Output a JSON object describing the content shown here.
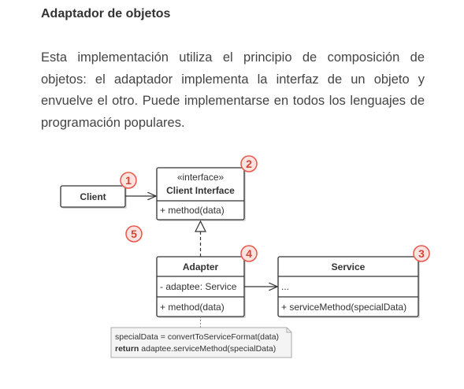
{
  "heading": "Adaptador de objetos",
  "paragraph": "Esta implementación utiliza el principio de composición de objetos: el adaptador implementa la interfaz de un objeto y envuelve el otro. Puede implementarse en todos los lenguajes de programación populares.",
  "diagram": {
    "client": {
      "label": "Client"
    },
    "client_interface": {
      "stereotype": "«interface»",
      "name": "Client Interface",
      "method": "+ method(data)"
    },
    "adapter": {
      "name": "Adapter",
      "field": "- adaptee: Service",
      "method": "+ method(data)"
    },
    "service": {
      "name": "Service",
      "field": "...",
      "method": "+ serviceMethod(specialData)"
    },
    "note": {
      "line1": "specialData = convertToServiceFormat(data)",
      "line2_keyword": "return",
      "line2_rest": " adaptee.serviceMethod(specialData)"
    },
    "badges": [
      "1",
      "2",
      "3",
      "4",
      "5"
    ]
  },
  "colors": {
    "badge_stroke": "#e8564a",
    "badge_fill": "#fbe3df",
    "badge_text": "#d0453a",
    "line": "#333333"
  }
}
